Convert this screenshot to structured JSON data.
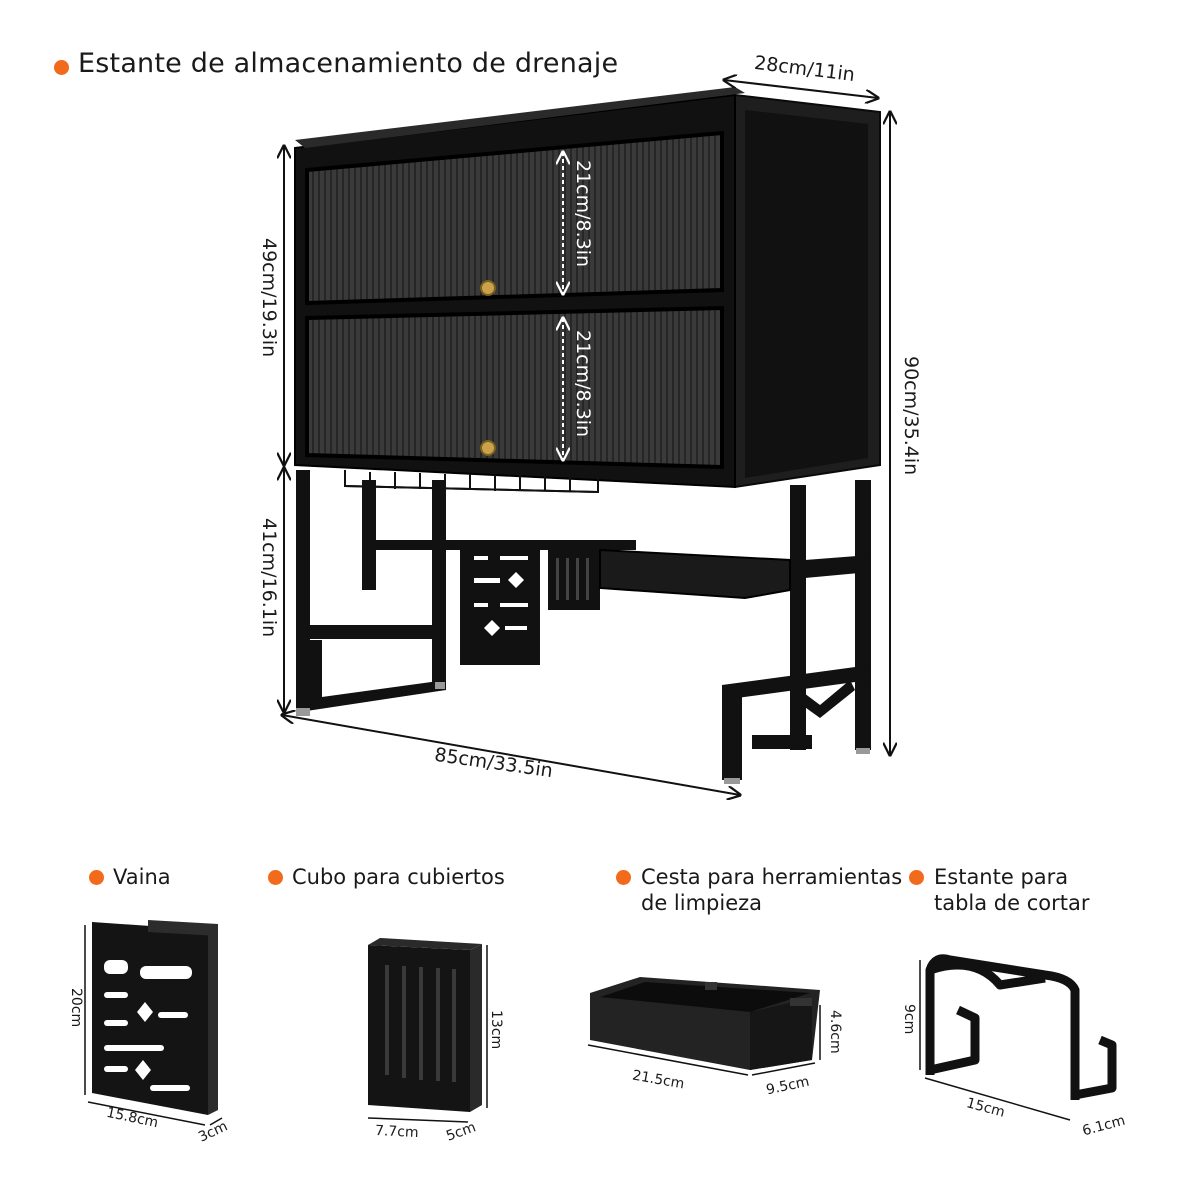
{
  "title": "Estante de almacenamiento de drenaje",
  "accent_color": "#f26a1b",
  "main_dimensions": {
    "depth": "28cm/11in",
    "upper_height": "49cm/19.3in",
    "lower_height": "41cm/16.1in",
    "total_height": "90cm/35.4in",
    "width": "85cm/33.5in",
    "cabinet1": "21cm/8.3in",
    "cabinet2": "21cm/8.3in"
  },
  "accessories": [
    {
      "name": "Vaina",
      "name_line2": "",
      "height": "20cm",
      "width": "15.8cm",
      "depth": "3cm"
    },
    {
      "name": "Cubo para cubiertos",
      "name_line2": "",
      "height": "13cm",
      "width": "7.7cm",
      "depth": "5cm"
    },
    {
      "name": "Cesta para herramientas",
      "name_line2": "de limpieza",
      "height": "4.6cm",
      "width": "21.5cm",
      "depth": "9.5cm"
    },
    {
      "name": "Estante para",
      "name_line2": "tabla de cortar",
      "height": "9cm",
      "width": "15cm",
      "depth": "6.1cm"
    }
  ]
}
